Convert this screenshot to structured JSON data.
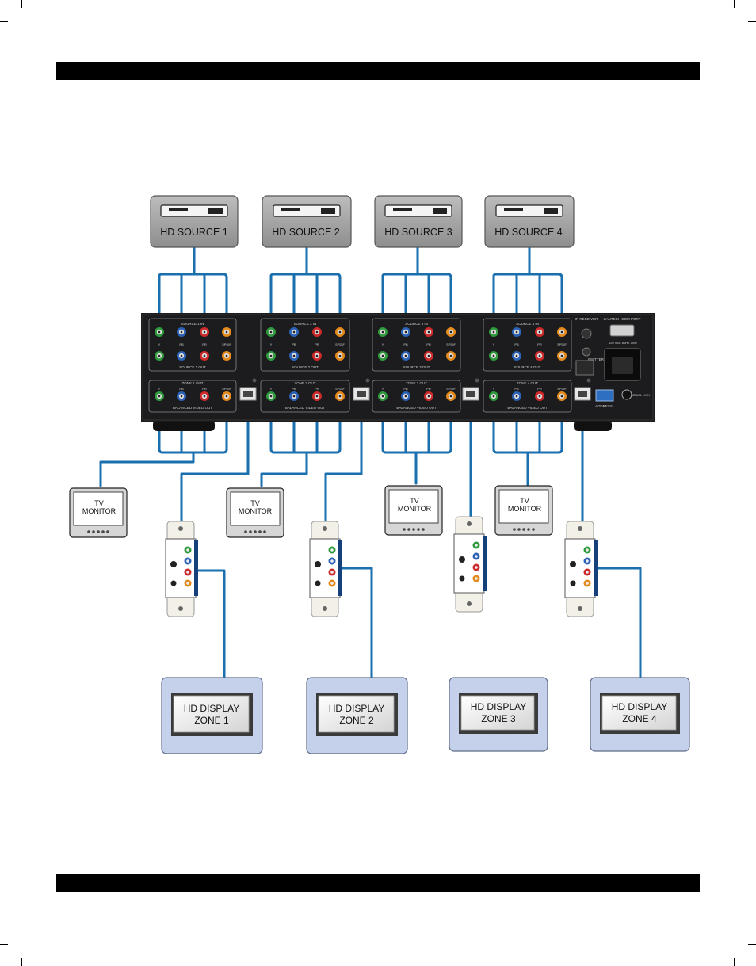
{
  "sources": [
    {
      "label": "HD SOURCE 1"
    },
    {
      "label": "HD SOURCE 2"
    },
    {
      "label": "HD SOURCE 3"
    },
    {
      "label": "HD SOURCE 4"
    }
  ],
  "monitors": [
    {
      "line1": "TV",
      "line2": "MONITOR"
    },
    {
      "line1": "TV",
      "line2": "MONITOR"
    },
    {
      "line1": "TV",
      "line2": "MONITOR"
    },
    {
      "line1": "TV",
      "line2": "MONITOR"
    }
  ],
  "displays": [
    {
      "line1": "HD DISPLAY",
      "line2": "ZONE 1"
    },
    {
      "line1": "HD DISPLAY",
      "line2": "ZONE 2"
    },
    {
      "line1": "HD DISPLAY",
      "line2": "ZONE 3"
    },
    {
      "line1": "HD DISPLAY",
      "line2": "ZONE 4"
    }
  ],
  "switcher": {
    "source_in": [
      "SOURCE 1 IN",
      "SOURCE 2 IN",
      "SOURCE 3 IN",
      "SOURCE 4 IN"
    ],
    "source_out": [
      "SOURCE 1 OUT",
      "SOURCE 2 OUT",
      "SOURCE 3 OUT",
      "SOURCE 4 OUT"
    ],
    "zone_out": [
      "ZONE 1 OUT",
      "ZONE 2 OUT",
      "ZONE 3 OUT",
      "ZONE 4 OUT"
    ],
    "balanced": "BALANCED VIDEO OUT",
    "jack_labels": [
      "Y",
      "PB",
      "PR",
      "SPDIF"
    ],
    "ir_receiver": "IR RECEIVER",
    "emitter": "EMITTER",
    "com_port": "SANTECH COM PORT",
    "power": "120 VAC 60HZ 10W",
    "address": "ADDRESS",
    "serial_link": "SERIAL LINK"
  },
  "colors": {
    "cable": "#1a6faf",
    "chassis": "#1c1c1e",
    "display_bg": "#c5d1ea",
    "jack_green": "#2e9a3c",
    "jack_blue": "#2a62b8",
    "jack_red": "#cc2a2a",
    "jack_orange": "#e48a1c"
  }
}
